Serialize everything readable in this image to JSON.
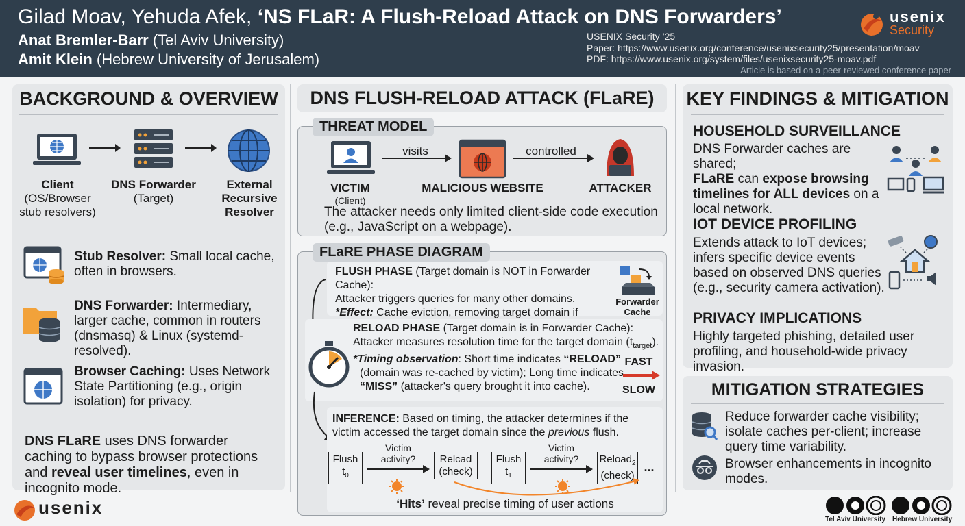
{
  "header": {
    "authors_line1": "Gilad Moav, Yehuda Afek,",
    "title": "‘NS FLaR: A Flush-Reload Attack on DNS Forwarders’",
    "author2": "Anat Bremler-Barr",
    "affil2": "(Tel Aviv University)",
    "author3": "Amit Klein",
    "affil3": "(Hebrew University of Jerusalem)",
    "venue": "USENIX Security ’25",
    "paper": "Paper: https://www.usenix.org/conference/usenixsecurity25/presentation/moav",
    "pdf": "PDF: https://www.usenix.org/system/files/usenixsecurity25-moav.pdf",
    "note": "Article is based on a peer-reviewed conference paper",
    "logo_word": "usenix",
    "logo_sub": "Security"
  },
  "left": {
    "title": "BACKGROUND & OVERVIEW",
    "client": "Client",
    "client_sub": "(OS/Browser stub resolvers)",
    "forwarder": "DNS Forwarder",
    "forwarder_sub": "(Target)",
    "resolver": "External Recursive Resolver",
    "stub_bold": "Stub Resolver:",
    "stub_text": " Small local cache, often in browsers.",
    "fwd_bold": "DNS Forwarder:",
    "fwd_text": " Intermediary, larger cache, common in routers (dnsmasq) & Linux (systemd-resolved).",
    "browser_bold": "Browser Caching:",
    "browser_text": " Uses Network State Partitioning (e.g., origin isolation) for privacy.",
    "sum_b1": "DNS FLaRE",
    "sum_t1": " uses DNS forwarder caching to bypass browser protections and ",
    "sum_b2": "reveal user timelines",
    "sum_t2": ", even in incognito mode."
  },
  "middle": {
    "title": "DNS FLUSH-RELOAD ATTACK (FLaRE)",
    "threat_tab": "THREAT MODEL",
    "visits": "visits",
    "controlled": "controlled",
    "victim": "VICTIM",
    "victim_sub": "(Client)",
    "malicious": "MALICIOUS WEBSITE",
    "attacker": "ATTACKER",
    "threat_text": "The attacker needs only limited client-side code execution (e.g., JavaScript on a webpage).",
    "phase_tab": "FLaRE PHASE DIAGRAM",
    "flush_title": "FLUSH PHASE",
    "flush_cond": " (Target domain is NOT in Forwarder Cache):",
    "flush_l2": "Attacker triggers queries for many other domains.",
    "flush_eff": "*Effect:",
    "flush_l3": " Cache eviction, removing target domain if present.",
    "fcache": "Forwarder Cache",
    "reload_title": "RELOAD PHASE",
    "reload_cond": " (Target domain is in Forwarder Cache):",
    "reload_l2": "Attacker measures resolution time for the target domain (t",
    "reload_sub": "target",
    "reload_end": ").",
    "timing_b": "*Timing observation",
    "timing_t": ": Short time indicates ",
    "reload_q": "“RELOAD”",
    "timing_l2": "(domain was re-cached by victim); Long time indicates",
    "miss_q": "“MISS”",
    "timing_l3": " (attacker's query brought it into cache).",
    "fast": "FAST",
    "slow": "SLOW",
    "inf_title": "INFERENCE:",
    "inf_text": " Based on timing, the attacker determines if the victim accessed the target domain since the ",
    "inf_prev": "previous",
    "inf_end": " flush.",
    "flush0": "Flush",
    "t0": "t",
    "t0_sub": "0",
    "va1": "Victim activity?",
    "reload1": "Relcad (check)",
    "flush1": "Flush",
    "t1": "t",
    "t1_sub": "1",
    "va2": "Victim activity?",
    "reload2": "Reload",
    "reload2_sub": "2",
    "reload2_check": "(check)",
    "ellipsis": "...",
    "hits_b": "‘Hits’",
    "hits_t": " reveal precise timing of user actions"
  },
  "right": {
    "title": "KEY FINDINGS & MITIGATION",
    "h1": "HOUSEHOLD SURVEILLANCE",
    "h1_t1": "DNS Forwarder caches are shared;",
    "h1_b1": "FLaRE",
    "h1_t2": " can ",
    "h1_b2": "expose browsing timelines for ALL devices",
    "h1_t3": " on a local network.",
    "h2": "IOT DEVICE PROFILING",
    "h2_text": "Extends attack to IoT devices; infers specific device events based on observed DNS queries (e.g., security camera activation).",
    "h3": "PRIVACY IMPLICATIONS",
    "h3_text": "Highly targeted phishing, detailed user profiling, and household-wide privacy invasion.",
    "mit_title": "MITIGATION STRATEGIES",
    "mit1": "Reduce forwarder cache visibility; isolate caches per-client; increase query time variability.",
    "mit2": "Browser enhancements in incognito modes."
  },
  "footer": {
    "usenix": "usenix",
    "tau": "Tel Aviv University",
    "huji": "Hebrew University"
  }
}
